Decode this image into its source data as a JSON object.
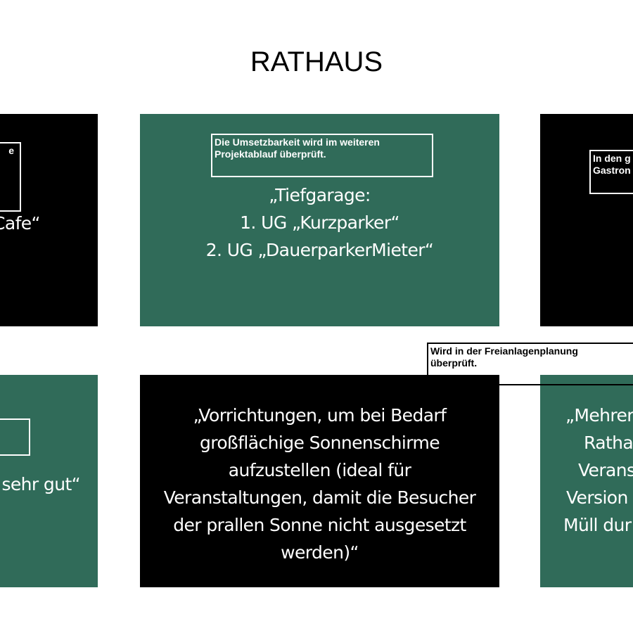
{
  "title": "RATHAUS",
  "cards": {
    "top_left": {
      "note": "e",
      "quote": "Cafe“"
    },
    "top_center": {
      "note": "Die Umsetzbarkeit wird im weiteren Projektablauf überprüft.",
      "lines": [
        "„Tiefgarage:",
        "1. UG „Kurzparker“",
        "2. UG „DauerparkerMieter“"
      ]
    },
    "top_right": {
      "note_lines": [
        "In den g",
        "Gastron"
      ]
    },
    "bottom_left": {
      "quote": "sehr gut“"
    },
    "bottom_center": {
      "lines": [
        "„Vorrichtungen, um bei Bedarf",
        "großflächige Sonnenschirme",
        "aufzustellen (ideal für",
        "Veranstaltungen, damit die Besucher",
        "der prallen Sonne nicht ausgesetzt",
        "werden)“"
      ]
    },
    "bottom_right": {
      "lines": [
        "„Mehrer",
        "Ratha",
        "Verans",
        "Version",
        "Müll dur"
      ]
    }
  },
  "comment": {
    "lines": [
      "Wird in der Freianlagenplanung",
      "überprüft."
    ]
  },
  "colors": {
    "green": "#306b59",
    "black": "#000000"
  }
}
